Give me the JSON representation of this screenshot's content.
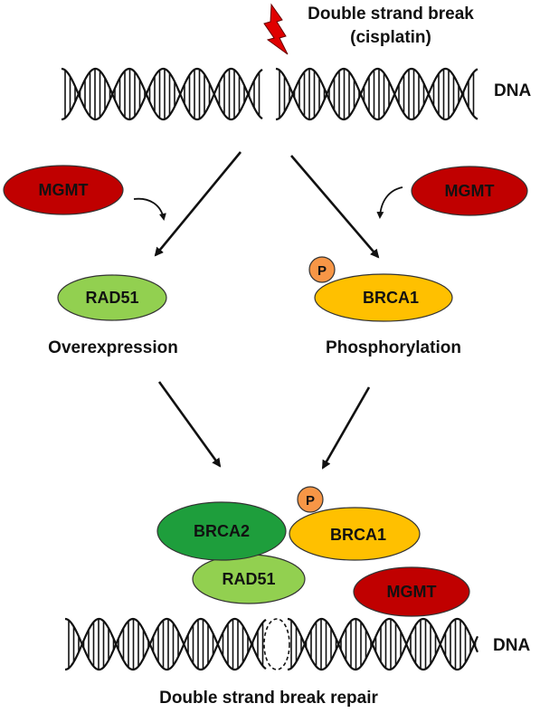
{
  "top": {
    "title_line1": "Double strand break",
    "title_line2": "(cisplatin)",
    "dna_label": "DNA"
  },
  "left_branch": {
    "mgmt_label": "MGMT",
    "rad51_label": "RAD51",
    "caption": "Overexpression"
  },
  "right_branch": {
    "mgmt_label": "MGMT",
    "brca1_label": "BRCA1",
    "phospho_label": "P",
    "caption": "Phosphorylation"
  },
  "complex": {
    "brca2_label": "BRCA2",
    "brca1_label": "BRCA1",
    "phospho_label": "P",
    "rad51_label": "RAD51",
    "mgmt_label": "MGMT",
    "dna_label": "DNA",
    "caption": "Double strand break repair"
  },
  "colors": {
    "mgmt_fill": "#c00000",
    "rad51_fill": "#92d050",
    "brca2_fill": "#1e9e3c",
    "brca1_fill": "#ffc000",
    "phospho_fill": "#f79646",
    "lightning_fill": "#e00000"
  }
}
